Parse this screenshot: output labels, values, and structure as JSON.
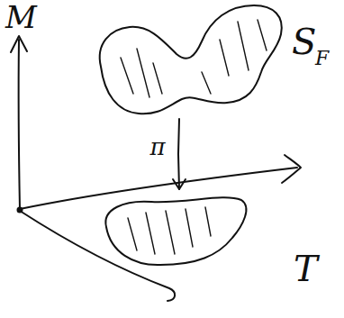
{
  "diagram": {
    "nodes": [
      {
        "text": [
          "S",
          "F"
        ]
      },
      {
        "text": [
          "T"
        ]
      }
    ],
    "edges": [
      {
        "from": 0,
        "to": 1,
        "label": "π",
        "arrow": "to"
      }
    ],
    "labels": [
      "M"
    ]
  }
}
